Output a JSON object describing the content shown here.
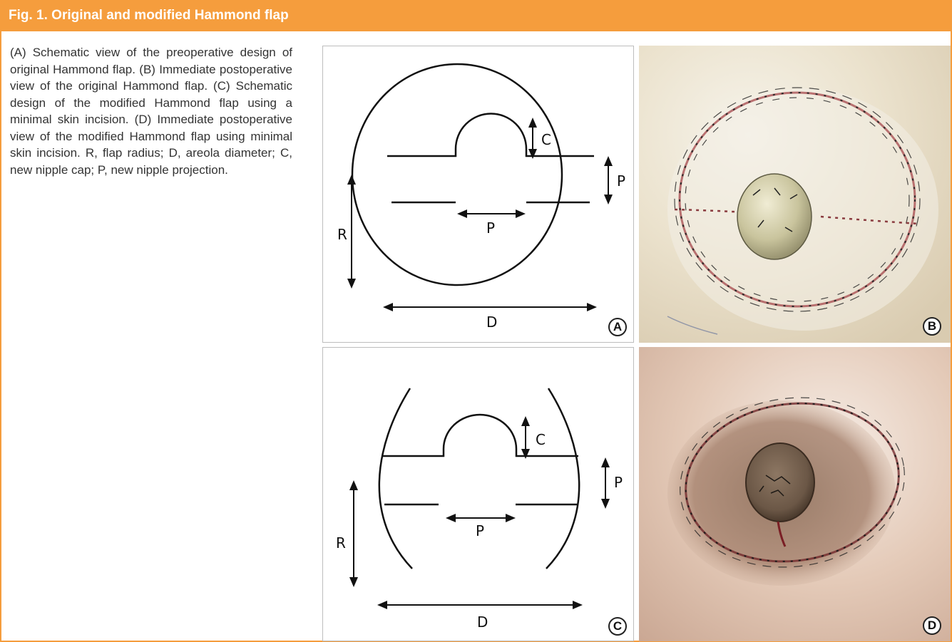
{
  "figure": {
    "title": "Fig. 1. Original and modified Hammond flap",
    "caption": "(A) Schematic view of the preoperative design of original Hammond flap. (B) Immediate postoperative view of the original Hammond flap. (C) Schematic design of the modified Hammond flap using a minimal skin incision. (D) Immediate postoperative view of the modified Hammond flap using minimal skin incision. R, flap radius; D, areola diameter; C, new nipple cap; P, new nipple projection."
  },
  "panels": {
    "a": {
      "letter": "A",
      "labels": {
        "c": "C",
        "p_right": "P",
        "p_bottom": "P",
        "r": "R",
        "d": "D"
      }
    },
    "b": {
      "letter": "B"
    },
    "c": {
      "letter": "C",
      "labels": {
        "c": "C",
        "p_right": "P",
        "p_bottom": "P",
        "r": "R",
        "d": "D"
      }
    },
    "d": {
      "letter": "D"
    }
  }
}
